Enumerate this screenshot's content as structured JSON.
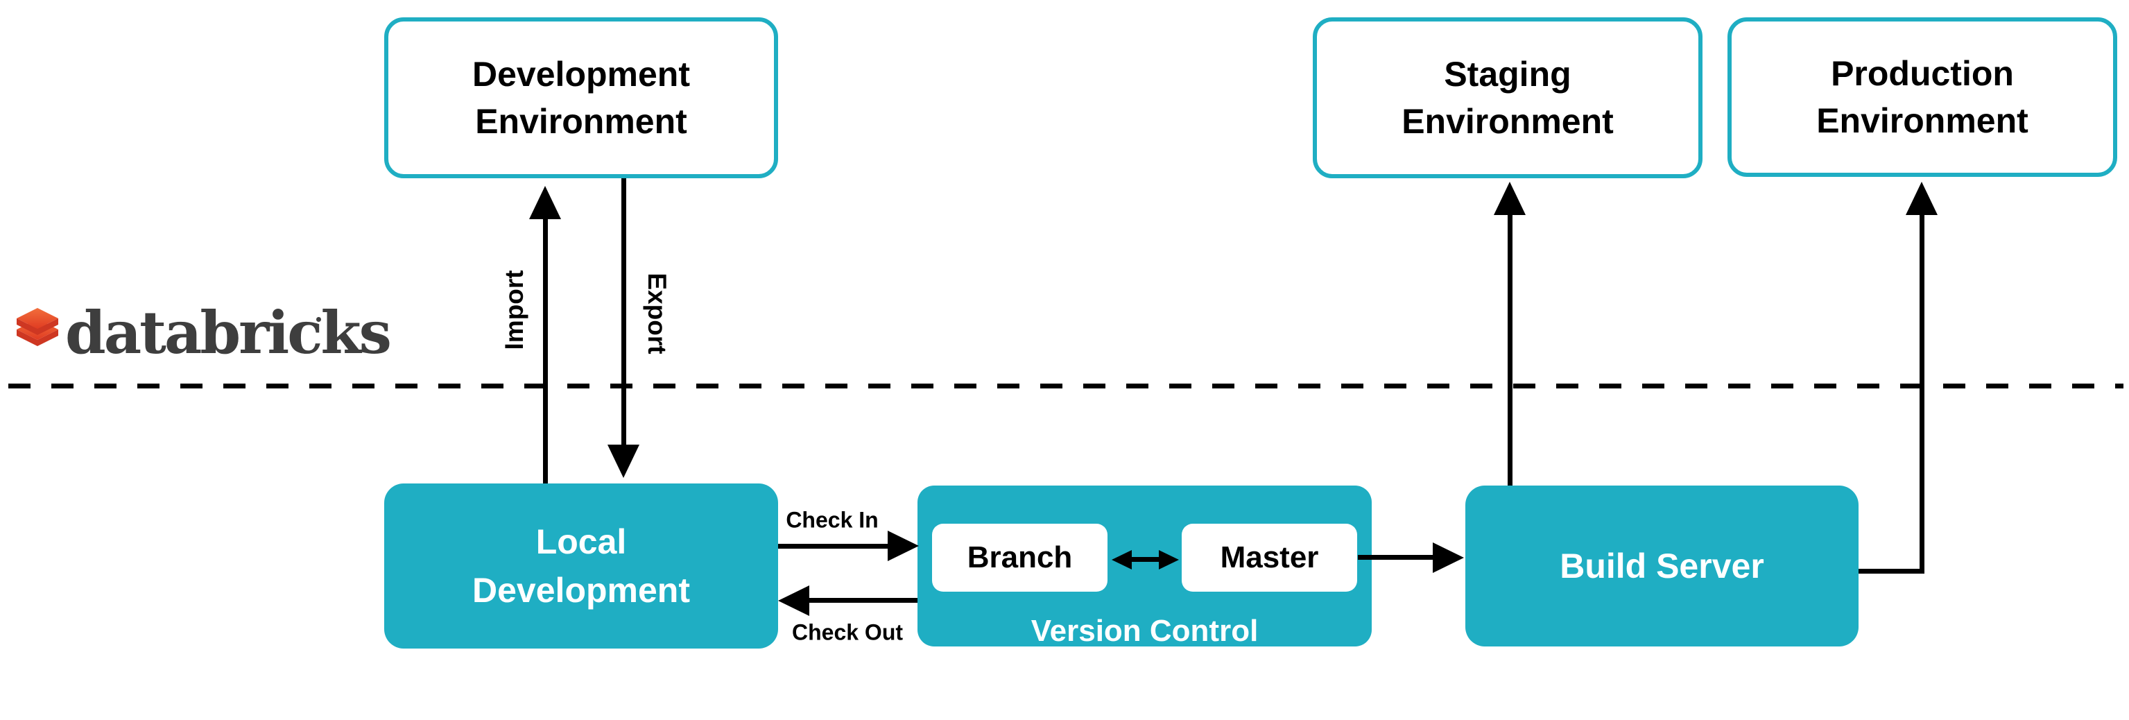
{
  "logo": {
    "brand": "databricks"
  },
  "environments": {
    "development": {
      "line1": "Development",
      "line2": "Environment"
    },
    "staging": {
      "line1": "Staging",
      "line2": "Environment"
    },
    "production": {
      "line1": "Production",
      "line2": "Environment"
    }
  },
  "nodes": {
    "local_development": {
      "line1": "Local",
      "line2": "Development"
    },
    "version_control": {
      "label": "Version Control",
      "branch": "Branch",
      "master": "Master"
    },
    "build_server": {
      "label": "Build Server"
    }
  },
  "flows": {
    "import": "Import",
    "export": "Export",
    "check_in": "Check In",
    "check_out": "Check Out"
  },
  "colors": {
    "teal": "#1FAEC3",
    "line_black": "#000000",
    "wordmark_gray": "#3E3E3E",
    "brick_orange_top": "#F26E3C",
    "brick_red": "#E03C22",
    "brick_side_red": "#CE3722"
  }
}
